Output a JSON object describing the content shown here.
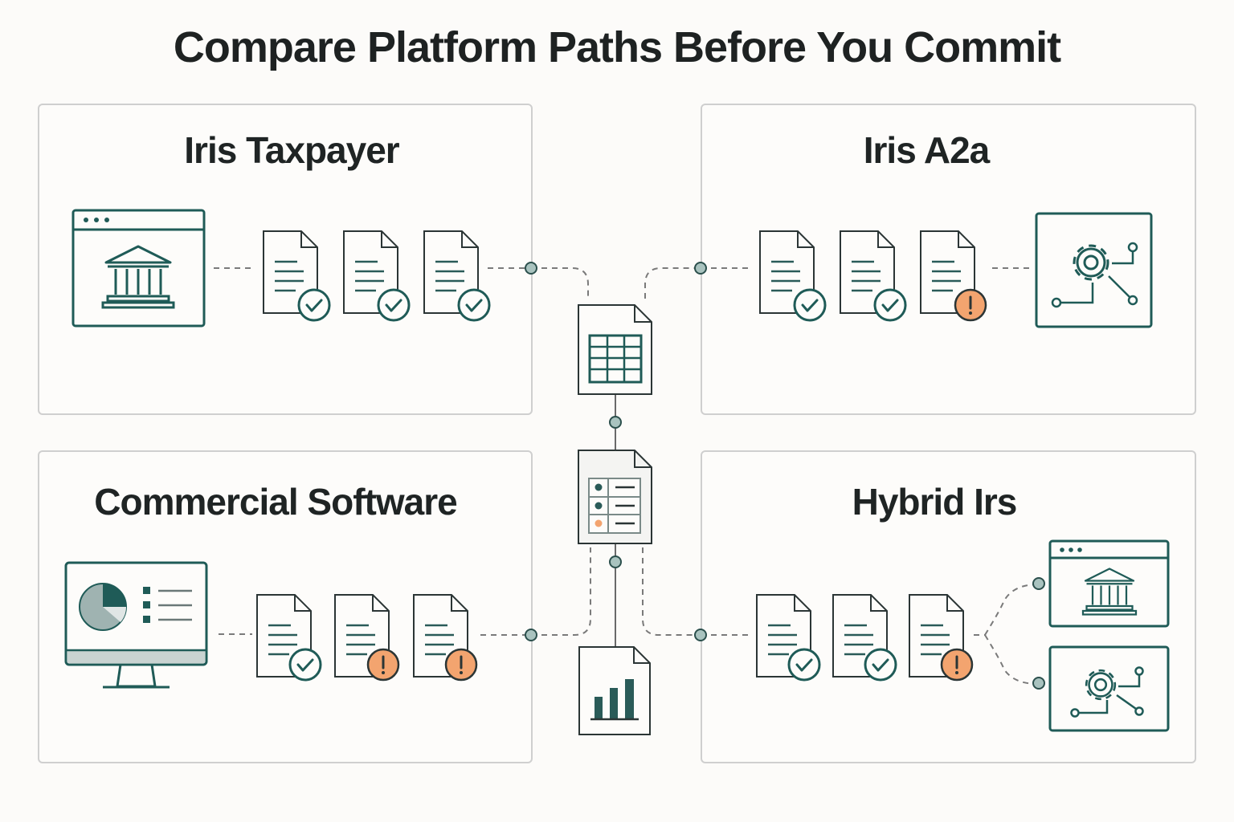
{
  "title": "Compare Platform Paths Before You Commit",
  "colors": {
    "teal": "#1f5b57",
    "ok": "#1f5b57",
    "warning": "#f3a46f",
    "border": "#cfcfcf",
    "connector": "#7a7a7a"
  },
  "panels": {
    "iris_taxpayer": {
      "title": "Iris Taxpayer",
      "source_icon": "browser-bank-icon",
      "documents": [
        "check",
        "check",
        "check"
      ]
    },
    "iris_a2a": {
      "title": "Iris A2a",
      "target_icon": "gear-network-icon",
      "documents": [
        "check",
        "check",
        "warning"
      ]
    },
    "commercial_software": {
      "title": "Commercial Software",
      "source_icon": "monitor-pie-chart-icon",
      "documents": [
        "check",
        "warning",
        "warning"
      ]
    },
    "hybrid_irs": {
      "title": "Hybrid Irs",
      "target_icons": [
        "browser-bank-icon",
        "gear-network-icon"
      ],
      "documents": [
        "check",
        "check",
        "warning"
      ]
    }
  },
  "center": {
    "icons": [
      "spreadsheet-doc-icon",
      "checklist-doc-icon",
      "bar-chart-doc-icon"
    ]
  }
}
